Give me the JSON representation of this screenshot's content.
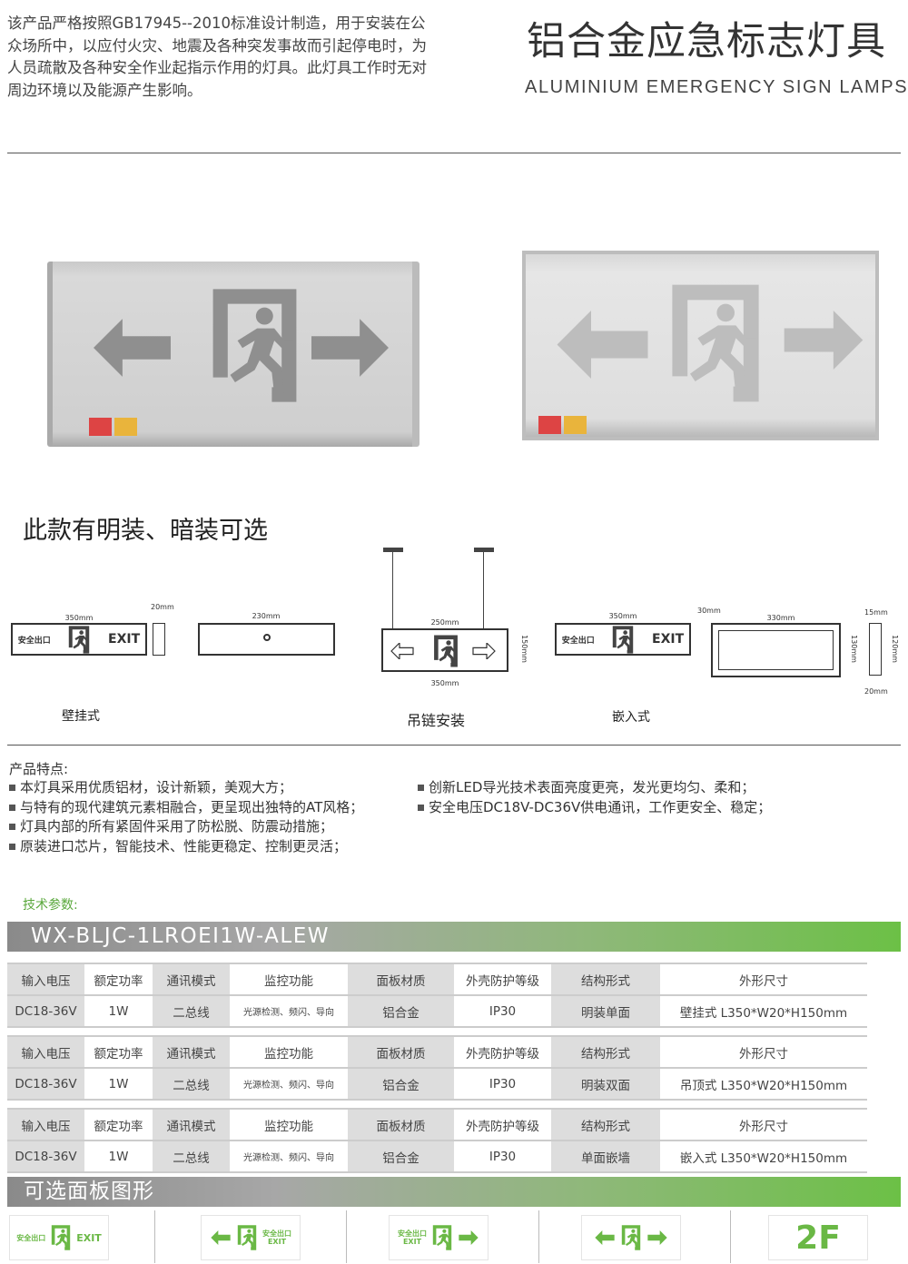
{
  "intro": "该产品严格按照GB17945--2010标准设计制造，用于安装在公众场所中，以应付火灾、地震及各种突发事故而引起停电时，为人员疏散及各种安全作业起指示作用的灯具。此灯具工作时无对周边环境以及能源产生影响。",
  "title": "铝合金应急标志灯具",
  "subtitle": "ALUMINIUM EMERGENCY SIGN LAMPS",
  "mount_heading": "此款有明装、暗装可选",
  "diagrams": {
    "wall": {
      "caption": "壁挂式",
      "width": "350mm",
      "depth": "20mm",
      "back_width": "230mm",
      "sign_cn": "安全出口",
      "sign_en": "EXIT"
    },
    "hanging": {
      "caption": "吊链安装",
      "inner": "250mm",
      "width": "350mm",
      "height": "150mm"
    },
    "embedded": {
      "caption": "嵌入式",
      "width": "350mm",
      "box_depth": "30mm",
      "box_width": "330mm",
      "box_height": "130mm",
      "side_top": "15mm",
      "side_height": "120mm",
      "side_bottom": "20mm"
    }
  },
  "features": {
    "heading": "产品特点:",
    "left": [
      "本灯具采用优质铝材，设计新颖，美观大方；",
      "与特有的现代建筑元素相融合，更呈现出独特的AT风格；",
      "灯具内部的所有紧固件采用了防松脱、防震动措施；",
      "原装进口芯片，智能技术、性能更稳定、控制更灵活；"
    ],
    "right": [
      "创新LED导光技术表面亮度更亮，发光更均匀、柔和；",
      "安全电压DC18V-DC36V供电通讯，工作更安全、稳定；"
    ]
  },
  "tech_label": "技术参数:",
  "model": "WX-BLJC-1LROEⅠ1W-ALEW",
  "spec_headers": [
    "输入电压",
    "额定功率",
    "通讯模式",
    "监控功能",
    "面板材质",
    "外壳防护等级",
    "结构形式",
    "外形尺寸"
  ],
  "spec_rows": [
    [
      "DC18-36V",
      "1W",
      "二总线",
      "光源检测、频闪、导向",
      "铝合金",
      "IP30",
      "明装单面",
      "壁挂式 L350*W20*H150mm"
    ],
    [
      "DC18-36V",
      "1W",
      "二总线",
      "光源检测、频闪、导向",
      "铝合金",
      "IP30",
      "明装双面",
      "吊顶式 L350*W20*H150mm"
    ],
    [
      "DC18-36V",
      "1W",
      "二总线",
      "光源检测、频闪、导向",
      "铝合金",
      "IP30",
      "单面嵌墙",
      "嵌入式 L350*W20*H150mm"
    ]
  ],
  "panels_heading": "可选面板图形",
  "panels": {
    "cn": "安全出口",
    "en": "EXIT",
    "floor": "2F"
  },
  "colors": {
    "accent_green": "#6cc046",
    "bar_gray": "#8a8a8a"
  }
}
